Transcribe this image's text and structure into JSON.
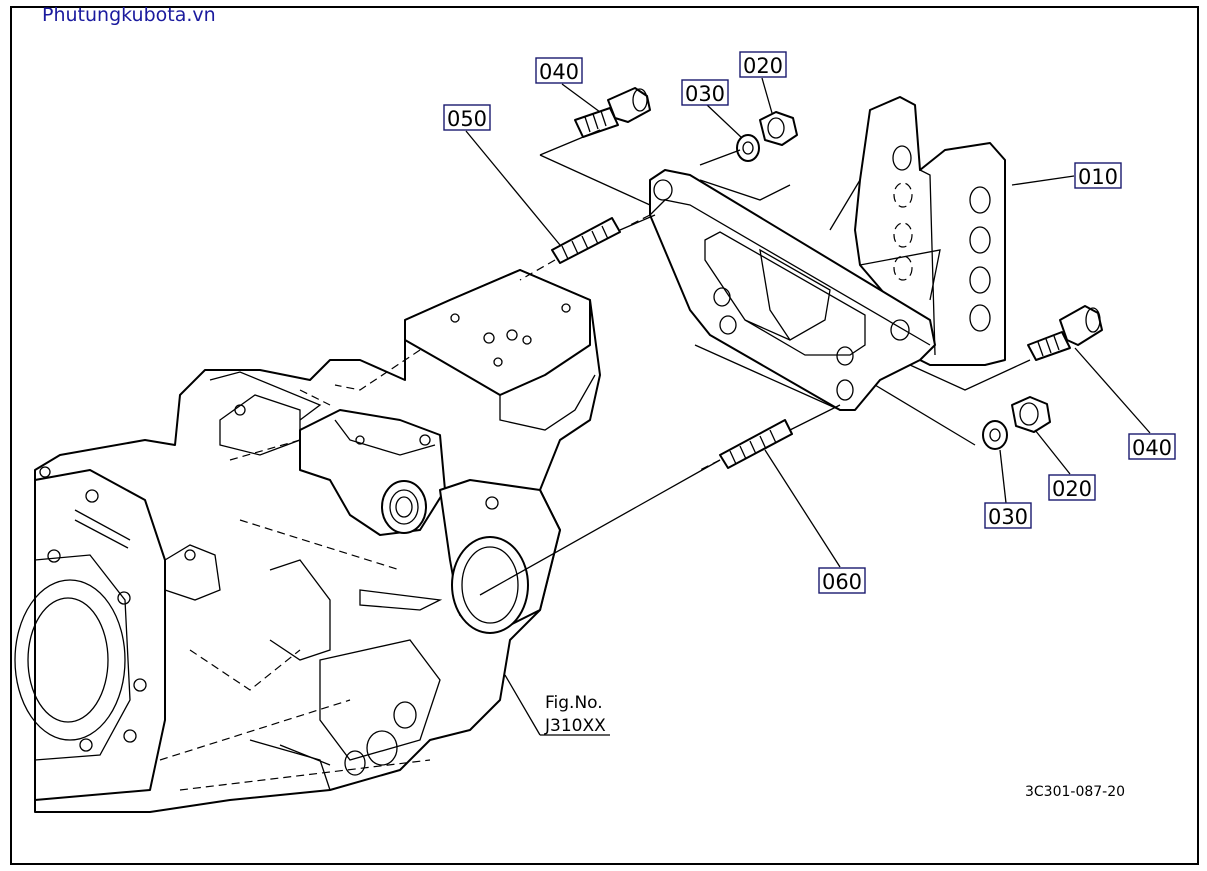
{
  "watermark": "Phutungkubota.vn",
  "callouts": [
    {
      "id": "040a",
      "label": "040"
    },
    {
      "id": "020a",
      "label": "020"
    },
    {
      "id": "030a",
      "label": "030"
    },
    {
      "id": "050",
      "label": "050"
    },
    {
      "id": "010",
      "label": "010"
    },
    {
      "id": "040b",
      "label": "040"
    },
    {
      "id": "020b",
      "label": "020"
    },
    {
      "id": "030b",
      "label": "030"
    },
    {
      "id": "060",
      "label": "060"
    }
  ],
  "figure_ref": {
    "line1": "Fig.No.",
    "line2": "J310XX"
  },
  "drawing_code": "3C301-087-20",
  "colors": {
    "callout_border": "#1a1a6e",
    "watermark": "#1a1a9e"
  }
}
